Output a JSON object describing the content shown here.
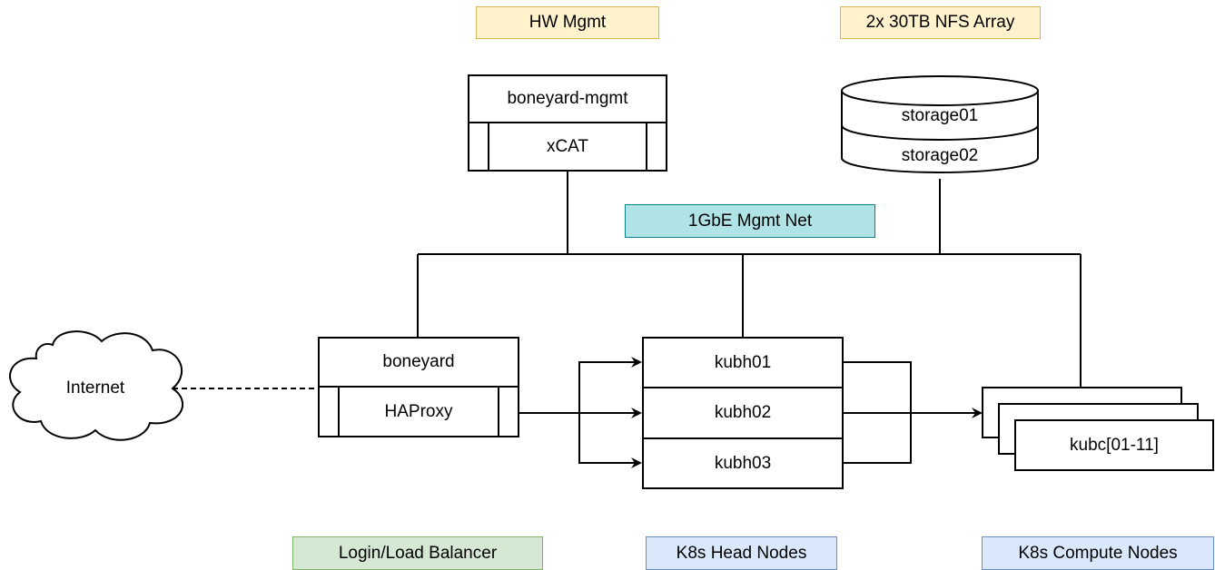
{
  "labels": {
    "hw_mgmt": "HW Mgmt",
    "nfs_array": "2x 30TB NFS Array",
    "mgmt_net": "1GbE Mgmt Net",
    "login_lb": "Login/Load Balancer",
    "head_nodes": "K8s Head Nodes",
    "compute_nodes": "K8s Compute Nodes"
  },
  "nodes": {
    "mgmt_host": "boneyard-mgmt",
    "mgmt_service": "xCAT",
    "storage1": "storage01",
    "storage2": "storage02",
    "login_host": "boneyard",
    "login_service": "HAProxy",
    "head1": "kubh01",
    "head2": "kubh02",
    "head3": "kubh03",
    "compute": "kubc[01-11]",
    "internet": "Internet"
  },
  "colors": {
    "yellow": "#fff2cc",
    "teal": "#b0e3e6",
    "green": "#d5e8d4",
    "blue": "#dae8fc"
  }
}
